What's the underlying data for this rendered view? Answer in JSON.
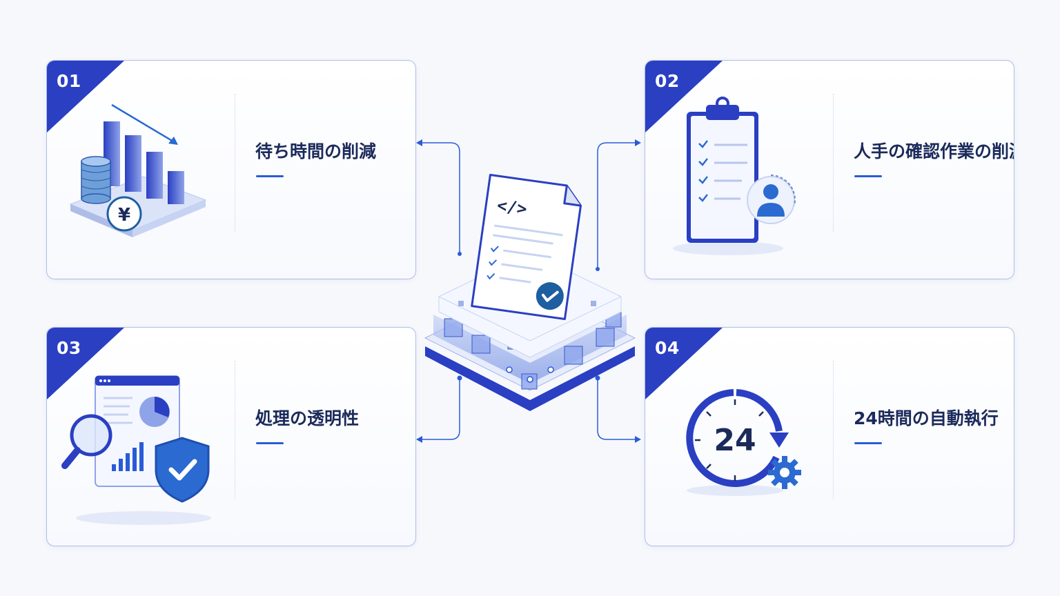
{
  "colors": {
    "accent": "#2a3fc2",
    "accent_light": "#2a5bd7",
    "title_text": "#1b2a5a",
    "card_border": "#aebde6",
    "background": "#f6f8fc"
  },
  "center": {
    "document_icon": "code-document-check-icon",
    "code_glyph": "</>",
    "platform_icon": "blockchain-platform-icon"
  },
  "cards": [
    {
      "number": "01",
      "title": "待ち時間の削減",
      "icon": "declining-bars-yen-coins-icon"
    },
    {
      "number": "02",
      "title": "人手の確認作業の削減",
      "icon": "clipboard-checklist-user-icon"
    },
    {
      "number": "03",
      "title": "処理の透明性",
      "icon": "magnifier-report-shield-icon"
    },
    {
      "number": "04",
      "title": "24時間の自動執行",
      "icon": "24-hour-clock-gear-icon"
    }
  ],
  "clock_text": "24",
  "yen_symbol": "¥"
}
